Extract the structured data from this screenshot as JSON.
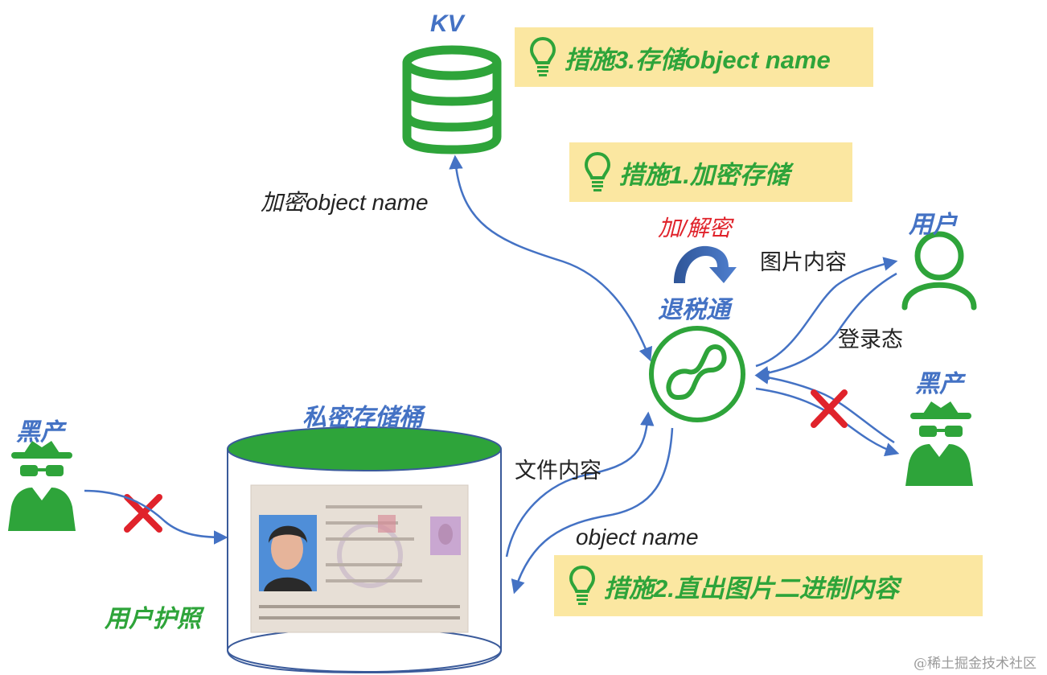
{
  "labels": {
    "kv": "KV",
    "tuishuitong": "退税通",
    "private_bucket": "私密存储桶",
    "user_passport": "用户护照",
    "user": "用户",
    "blackmarket_left": "黑产",
    "blackmarket_right": "黑产",
    "encrypt_object_name": "加密object name",
    "encrypt_decrypt": "加/解密",
    "image_content": "图片内容",
    "login_state": "登录态",
    "file_content": "文件内容",
    "object_name": "object name",
    "watermark": "@稀土掘金技术社区"
  },
  "notes": {
    "measure3": "措施3.存储object name",
    "measure1": "措施1.加密存储",
    "measure2": "措施2.直出图片二进制内容"
  },
  "colors": {
    "green": "#2ea43a",
    "blue": "#4472c4",
    "note_bg": "#fbe7a1",
    "red_cross": "#e0232b"
  },
  "icons": {
    "kv": "database-icon",
    "app": "mini-program-icon",
    "user": "user-icon",
    "hacker": "spy-icon",
    "note": "lightbulb-icon",
    "block": "cross-icon",
    "cycle": "curved-arrow-icon"
  }
}
